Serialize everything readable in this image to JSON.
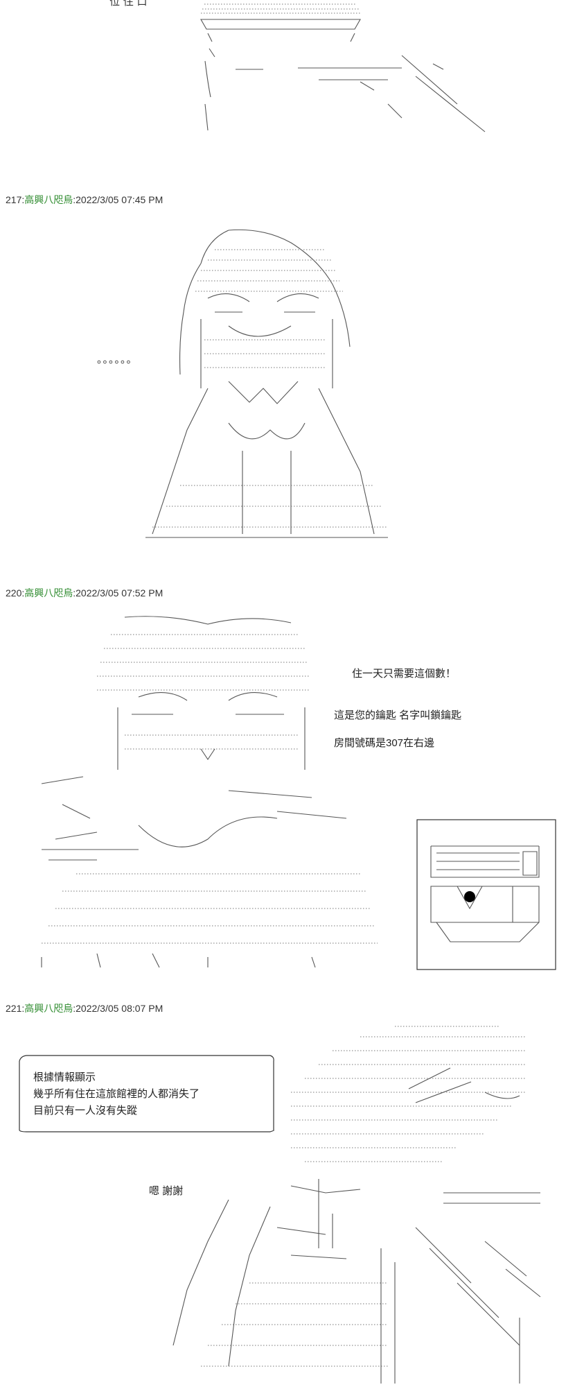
{
  "posts": [
    {
      "number": "217:",
      "name": "高興八咫烏",
      "time": ":2022/3/05 07:45 PM"
    },
    {
      "number": "220:",
      "name": "高興八咫烏",
      "time": ":2022/3/05 07:52 PM"
    },
    {
      "number": "221:",
      "name": "高興八咫烏",
      "time": ":2022/3/05 08:07 PM"
    }
  ],
  "panel0": {
    "top_fragment": "位 住  口"
  },
  "panel1": {
    "ellipsis": "。。。。。。"
  },
  "panel2": {
    "dialog": [
      "住一天只需要這個數！",
      "這是您的鑰匙 名字叫鎖鑰匙",
      "房間號碼是307在右邊"
    ]
  },
  "panel3": {
    "speech_box": [
      "根據情報顯示",
      "幾乎所有住在這旅館裡的人都消失了",
      "目前只有一人沒有失蹤"
    ],
    "reply": "嗯 謝謝"
  }
}
